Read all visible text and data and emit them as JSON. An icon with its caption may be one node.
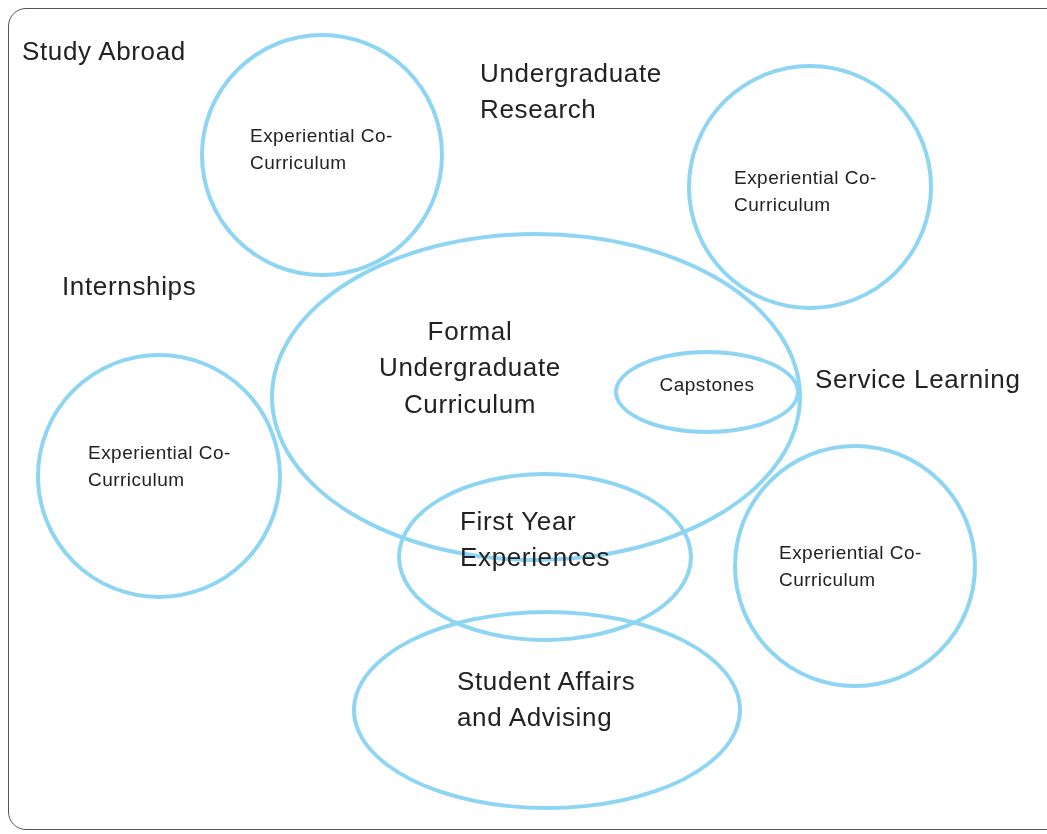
{
  "diagram": {
    "nodes": [
      {
        "text": [
          "Experiential Co-Curriculum"
        ]
      },
      {
        "text": [
          "Experiential Co-Curriculum"
        ]
      },
      {
        "text": [
          "Formal Undergraduate Curriculum"
        ]
      },
      {
        "text": [
          "Capstones"
        ],
        "in": 2
      },
      {
        "text": [
          "Experiential Co-Curriculum"
        ]
      },
      {
        "text": [
          "First Year Experiences"
        ]
      },
      {
        "text": [
          "Experiential Co-Curriculum"
        ]
      },
      {
        "text": [
          "Student Affairs and Advising"
        ]
      }
    ],
    "labels": [
      "Study Abroad",
      "Undergraduate Research",
      "Internships",
      "Service Learning"
    ]
  }
}
